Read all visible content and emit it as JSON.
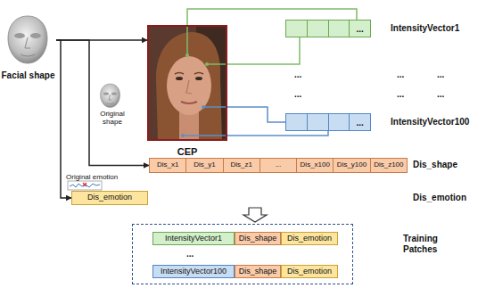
{
  "diagram": {
    "nodes": [
      {
        "text": [
          "Facial shape"
        ]
      },
      {
        "text": [
          "CEP"
        ]
      },
      {
        "text": [
          "..."
        ]
      },
      {
        "text": [
          "..."
        ]
      },
      {
        "text": [
          "Dis_x1",
          "Dis_y1",
          "Dis_z1",
          "...",
          "Dis_x100",
          "Dis_y100",
          "Dis_z100"
        ]
      },
      {
        "text": [
          "Dis_emotion"
        ]
      },
      {
        "text": [
          "..."
        ]
      },
      {
        "text": [
          "IntensityVector1"
        ],
        "in": 6
      },
      {
        "text": [
          "Dis_shape"
        ],
        "in": 6
      },
      {
        "text": [
          "Dis_emotion"
        ],
        "in": 6
      },
      {
        "text": [
          "IntensityVector100"
        ],
        "in": 6
      },
      {
        "text": [
          "Dis_shape"
        ],
        "in": 6
      },
      {
        "text": [
          "Dis_emotion"
        ],
        "in": 6
      }
    ],
    "edges": [
      {
        "from": 0,
        "to": 1,
        "arrow": "to"
      },
      {
        "from": 0,
        "to": 4,
        "arrow": "to"
      },
      {
        "from": 0,
        "to": 5,
        "arrow": "to"
      },
      {
        "from": 1,
        "to": 2,
        "arrow": "none"
      },
      {
        "from": 1,
        "to": 3,
        "arrow": "none"
      }
    ],
    "labels": [
      "IntensityVector1",
      "...",
      "...",
      "...",
      "...",
      "...",
      "...",
      "IntensityVector100",
      "Original shape",
      "Dis_shape",
      "Original emotion",
      "Dis_emotion",
      "Training Patches"
    ]
  }
}
